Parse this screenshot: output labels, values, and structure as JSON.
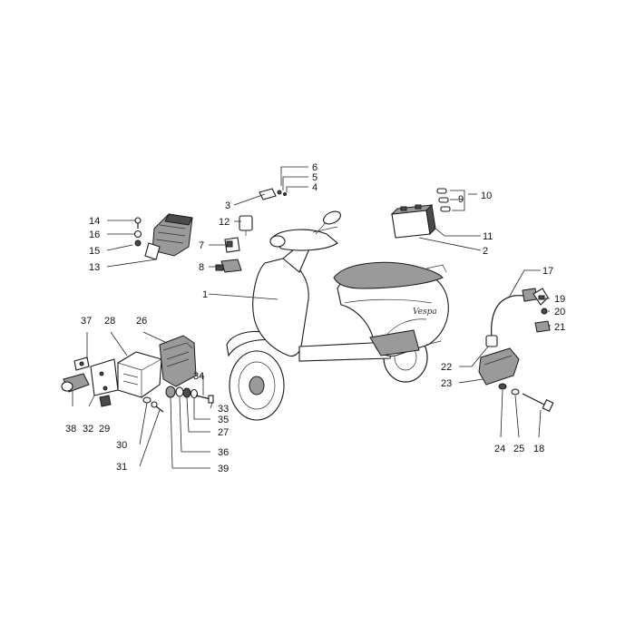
{
  "diagram": {
    "scooter_badge": "Vespa",
    "callouts": [
      {
        "id": "p1",
        "label": "1"
      },
      {
        "id": "p2",
        "label": "2"
      },
      {
        "id": "p3",
        "label": "3"
      },
      {
        "id": "p4",
        "label": "4"
      },
      {
        "id": "p5",
        "label": "5"
      },
      {
        "id": "p6",
        "label": "6"
      },
      {
        "id": "p7",
        "label": "7"
      },
      {
        "id": "p8",
        "label": "8"
      },
      {
        "id": "p9",
        "label": "9"
      },
      {
        "id": "p10",
        "label": "10"
      },
      {
        "id": "p11",
        "label": "11"
      },
      {
        "id": "p12",
        "label": "12"
      },
      {
        "id": "p13",
        "label": "13"
      },
      {
        "id": "p14",
        "label": "14"
      },
      {
        "id": "p15",
        "label": "15"
      },
      {
        "id": "p16",
        "label": "16"
      },
      {
        "id": "p17",
        "label": "17"
      },
      {
        "id": "p18",
        "label": "18"
      },
      {
        "id": "p19",
        "label": "19"
      },
      {
        "id": "p20",
        "label": "20"
      },
      {
        "id": "p21",
        "label": "21"
      },
      {
        "id": "p22",
        "label": "22"
      },
      {
        "id": "p23",
        "label": "23"
      },
      {
        "id": "p24",
        "label": "24"
      },
      {
        "id": "p25",
        "label": "25"
      },
      {
        "id": "p26",
        "label": "26"
      },
      {
        "id": "p27",
        "label": "27"
      },
      {
        "id": "p28",
        "label": "28"
      },
      {
        "id": "p29",
        "label": "29"
      },
      {
        "id": "p30",
        "label": "30"
      },
      {
        "id": "p31",
        "label": "31"
      },
      {
        "id": "p32",
        "label": "32"
      },
      {
        "id": "p33",
        "label": "33"
      },
      {
        "id": "p34",
        "label": "34"
      },
      {
        "id": "p35",
        "label": "35"
      },
      {
        "id": "p36",
        "label": "36"
      },
      {
        "id": "p37",
        "label": "37"
      },
      {
        "id": "p38",
        "label": "38"
      },
      {
        "id": "p39",
        "label": "39"
      }
    ]
  }
}
